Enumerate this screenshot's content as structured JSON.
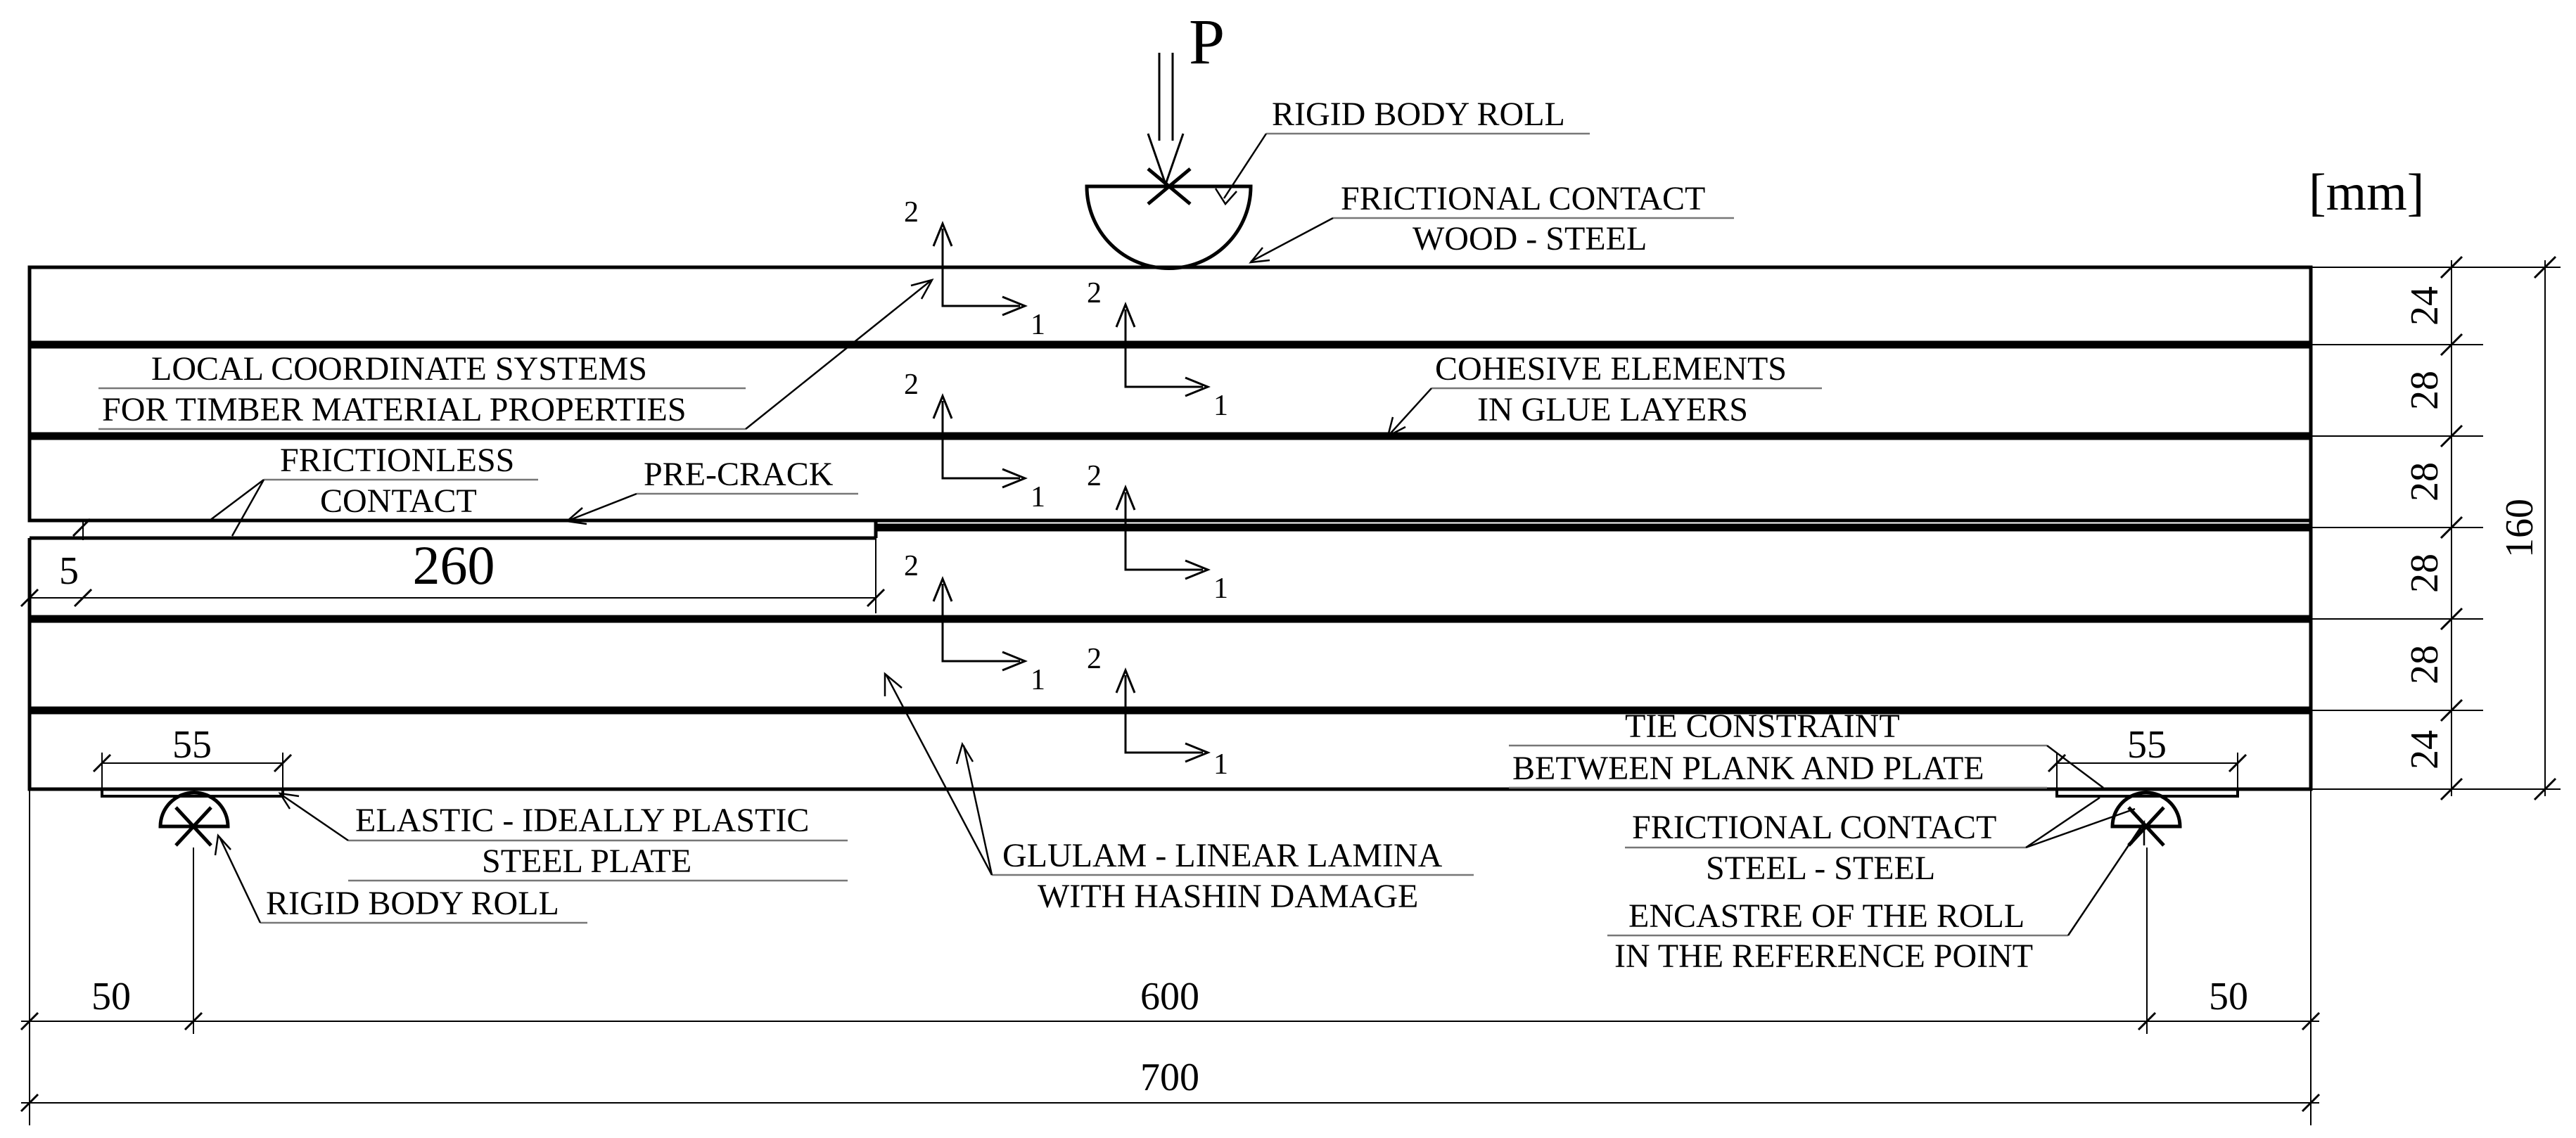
{
  "load": {
    "symbol": "P",
    "unit": "[mm]"
  },
  "labels": {
    "rigid_body_roll_top": "RIGID BODY ROLL",
    "frictional_contact_wood_1": "FRICTIONAL CONTACT",
    "frictional_contact_wood_2": "WOOD - STEEL",
    "local_coords_1": "LOCAL COORDINATE SYSTEMS",
    "local_coords_2": "FOR TIMBER MATERIAL PROPERTIES",
    "cohesive_1": "COHESIVE ELEMENTS",
    "cohesive_2": "IN GLUE LAYERS",
    "frictionless_1": "FRICTIONLESS",
    "frictionless_2": "CONTACT",
    "precrack": "PRE-CRACK",
    "tie_1": "TIE CONSTRAINT",
    "tie_2": "BETWEEN PLANK AND PLATE",
    "plate_1": "ELASTIC - IDEALLY PLASTIC",
    "plate_2": "STEEL PLATE",
    "glulam_1": "GLULAM - LINEAR LAMINA",
    "glulam_2": "WITH HASHIN DAMAGE",
    "frictional_steel_1": "FRICTIONAL CONTACT",
    "frictional_steel_2": "STEEL - STEEL",
    "rigid_body_roll_bottom": "RIGID BODY ROLL",
    "encastre_1": "ENCASTRE OF THE ROLL",
    "encastre_2": "IN THE REFERENCE POINT"
  },
  "axes": {
    "axis1": "1",
    "axis2": "2"
  },
  "dimensions": {
    "layers": [
      "24",
      "28",
      "28",
      "28",
      "28",
      "24"
    ],
    "total_height": "160",
    "precrack_offset": "5",
    "precrack_length": "260",
    "plate_left": "55",
    "plate_right": "55",
    "support_left": "50",
    "span": "600",
    "support_right": "50",
    "total_length": "700"
  }
}
